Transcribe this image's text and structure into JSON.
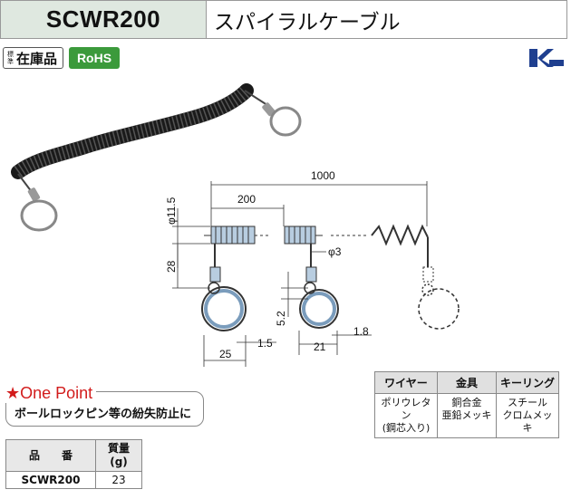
{
  "header": {
    "code": "SCWR200",
    "name": "スパイラルケーブル"
  },
  "badges": {
    "stock_small": "標準",
    "stock_big": "在庫品",
    "rohs": "RoHS"
  },
  "dimensions": {
    "overall": "1000",
    "segment": "200",
    "diameter": "φ11.5",
    "length_28": "28",
    "wire_dia": "φ3",
    "ring_outer": "25",
    "ring_gap": "1.5",
    "ring_width": "21",
    "ring_thk": "1.8",
    "ring_h": "5.2"
  },
  "spec_table": {
    "headers": [
      "ワイヤー",
      "金具",
      "キーリング"
    ],
    "row1": [
      "ポリウレタン",
      "銅合金",
      "スチール"
    ],
    "row2": [
      "(鋼芯入り)",
      "亜鉛メッキ",
      "クロムメッキ"
    ]
  },
  "one_point": {
    "title": "★One Point",
    "text": "ボールロックピン等の紛失防止に"
  },
  "mass_table": {
    "col1": "品　　番",
    "col2_line1": "質量",
    "col2_line2": "(g)",
    "code": "SCWR200",
    "mass": "23"
  }
}
